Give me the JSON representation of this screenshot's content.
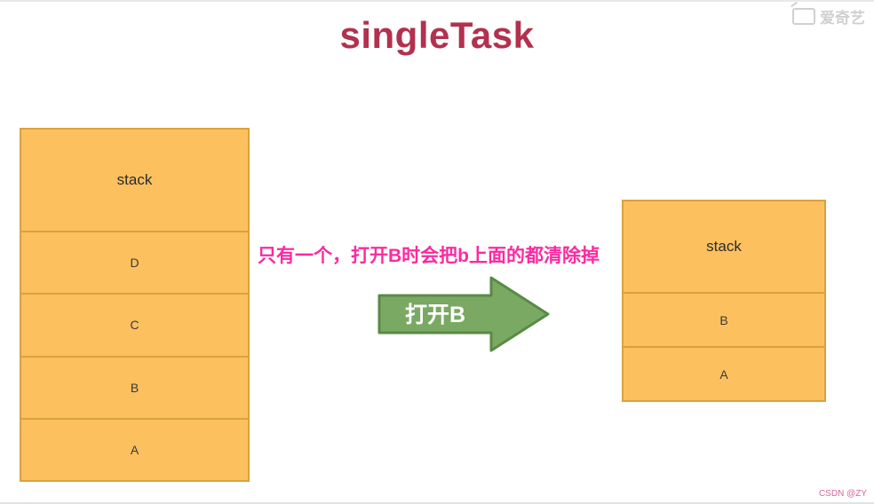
{
  "page": {
    "title": "singleTask",
    "annotation": "只有一个，打开B时会把b上面的都清除掉",
    "watermark": "爱奇艺",
    "credit": "CSDN @ZY"
  },
  "left_stack": {
    "header": "stack",
    "cells": [
      "D",
      "C",
      "B",
      "A"
    ]
  },
  "right_stack": {
    "header": "stack",
    "cells": [
      "B",
      "A"
    ]
  },
  "arrow": {
    "label": "打开B"
  },
  "colors": {
    "title": "#b2314e",
    "annotation": "#fb2aa2",
    "cell_fill": "#fcc05f",
    "cell_border": "#d9a23e",
    "arrow_fill": "#79a963",
    "arrow_border": "#5a8a45"
  }
}
